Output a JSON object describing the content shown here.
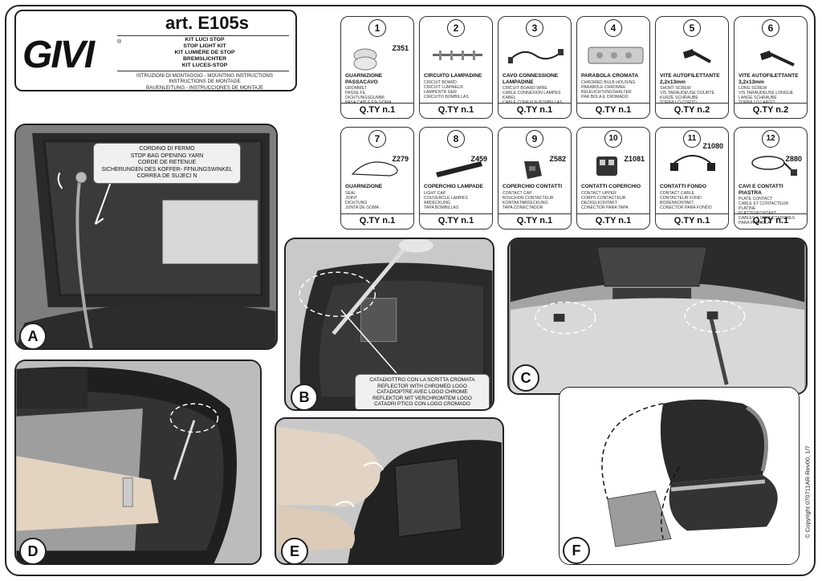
{
  "header": {
    "brand": "GIVI",
    "article": "art. E105s",
    "kit_names": [
      "KIT LUCI STOP",
      "STOP LIGHT KIT",
      "KIT LUMIÈRE DE STOP",
      "BREMSLICHTER",
      "KIT LUCES-STOP"
    ],
    "instructions": [
      "ISTRUZIONI DI MONTAGGIO - MOUNTING INSTRUCTIONS",
      "INSTRUCTIONS DE MONTAGE",
      "BAUENLEITUNG - INSTRUCCIONES DE MONTAJE"
    ]
  },
  "parts": [
    {
      "num": "1",
      "code": "Z351",
      "name": "GUARNIZIONE PASSACAVO",
      "desc": [
        "GROMMET",
        "PASSE FIL",
        "DICHTUNGSGUMMI",
        "PASA CABLE EN GOMA"
      ],
      "qty": "Q.TY n.1"
    },
    {
      "num": "2",
      "code": "",
      "name": "CIRCUITO LAMPADINE",
      "desc": [
        "CIRCUIT BOARD",
        "CIRCUIT LUMINEUX",
        "LAMPENTR GER",
        "CIRCUITO BOMBILLAS"
      ],
      "qty": "Q.TY n.1"
    },
    {
      "num": "3",
      "code": "",
      "name": "CAVO CONNESSIONE LAMPADINE",
      "desc": [
        "CIRCUIT BOARD WIRE",
        "CABLE CONNEXION LAMPES",
        "KABEL",
        "CABLE CONEXI N BOMBILLAS"
      ],
      "qty": "Q.TY n.1"
    },
    {
      "num": "4",
      "code": "",
      "name": "PARABOLA CROMATA",
      "desc": [
        "CHROMED BULB HOUSING",
        "PARABOLE CHROMEE",
        "BELEUCHTUNGSHALTER",
        "PAR BOLA E CROMADO"
      ],
      "qty": "Q.TY n.1"
    },
    {
      "num": "5",
      "code": "",
      "name": "VITE AUTOFILETTANTE 2,2x13mm",
      "desc": [
        "SHORT SCREW",
        "VIS TARAUDEUSE COURTE",
        "KURZE SCHRAUBE",
        "TORNILLO CORTO"
      ],
      "qty": "Q.TY n.2"
    },
    {
      "num": "6",
      "code": "",
      "name": "VITE AUTOFILETTANTE 3,2x13mm",
      "desc": [
        "LONG SCREW",
        "VIS TARAUDEUSE LONGUE",
        "LANGE SCHRAUBE",
        "TORNILLO LARGO"
      ],
      "qty": "Q.TY n.2"
    },
    {
      "num": "7",
      "code": "Z279",
      "name": "GUARNIZIONE",
      "desc": [
        "SEAL",
        "JOINT",
        "DICHTUNG",
        "JUNTA DE GOMA"
      ],
      "qty": "Q.TY n.1"
    },
    {
      "num": "8",
      "code": "Z459",
      "name": "COPERCHIO LAMPADE",
      "desc": [
        "LIGHT CAP",
        "COUVERCLE LAMPES",
        "ABDECKUNG",
        "TAPA BOMBILLAS"
      ],
      "qty": "Q.TY n.1"
    },
    {
      "num": "9",
      "code": "Z582",
      "name": "COPERCHIO CONTATTI",
      "desc": [
        "CONTACT CAP",
        "BOUCHON CONTACTEUR",
        "KONTAKTABDECKUNG",
        "TAPA CONECTADOR"
      ],
      "qty": "Q.TY n.1"
    },
    {
      "num": "10",
      "code": "Z1081",
      "name": "CONTATTI COPERCHIO",
      "desc": [
        "CONTACT UPPER",
        "CORPS CONTACTEUR",
        "DECKELKONTAKT",
        "CONECTOR PARA TAPA"
      ],
      "qty": "Q.TY n.1"
    },
    {
      "num": "11",
      "code": "Z1080",
      "name": "CONTATTI FONDO",
      "desc": [
        "CONTACT CABLE",
        "CONTACTEUR FOND",
        "BODENKONTAKT",
        "CONECTOR PARA FONDO"
      ],
      "qty": "Q.TY n.1"
    },
    {
      "num": "12",
      "code": "Z880",
      "name": "CAVI E CONTATTI PIASTRA",
      "desc": [
        "PLATE CONTACT",
        "CABLE ET CONTACTEUR",
        "PLATINE",
        "PLATTENKONTAKT",
        "CABLES Y CONECTADORES PARA PARRILLA"
      ],
      "qty": "Q.TY n.1"
    }
  ],
  "panels": {
    "a": {
      "label": "A",
      "callout": [
        "CORDINO DI FERMO",
        "STOP BAG OPENING YARN",
        "CORDE DE RETENUE",
        "SICHERUNGEN DES KOFFER- FFNUNGSWINKEL",
        "CORREA DE SUJECI N"
      ]
    },
    "b": {
      "label": "B",
      "callout": [
        "CATADIOTTRO CON LA SCRITTA CROMATA",
        "REFLECTOR WITH CHROMED LOGO",
        "CATADIOPTRE AVEC LOGO CHROME",
        "REFLEKTOR MIT VERCHROMTEM LOGO",
        "CATADRI PTICO CON LOGO CROMADO"
      ]
    },
    "c": {
      "label": "C"
    },
    "d": {
      "label": "D"
    },
    "e": {
      "label": "E"
    },
    "f": {
      "label": "F"
    }
  },
  "copyright": "© Copyright 070711AR-Rev00, 1/7"
}
